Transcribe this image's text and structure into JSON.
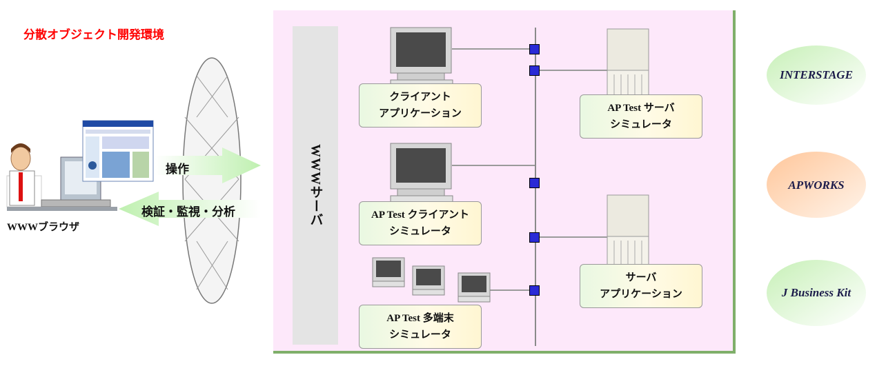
{
  "title": "分散オブジェクト開発環境",
  "left": {
    "browser_label": "WWWブラウザ",
    "arrow_operate": "操作",
    "arrow_verify": "検証・監視・分析"
  },
  "server_bar": {
    "label": "WWWサーバ"
  },
  "boxes": {
    "client_app": {
      "line1": "クライアント",
      "line2": "アプリケーション"
    },
    "ap_server_sim": {
      "line1": "AP Test サーバ",
      "line2": "シミュレータ"
    },
    "ap_client_sim": {
      "line1": "AP Test クライアント",
      "line2": "シミュレータ"
    },
    "server_app": {
      "line1": "サーバ",
      "line2": "アプリケーション"
    },
    "ap_multi_sim": {
      "line1": "AP Test 多端末",
      "line2": "シミュレータ"
    }
  },
  "products": {
    "interstage": "INTERSTAGE",
    "apworks": "APWORKS",
    "jbk": "J Business Kit"
  },
  "colors": {
    "title": "#ff0000",
    "panel": "#fde8fa",
    "node": "#2a2ad6",
    "panel_border": "#7faf6a"
  }
}
